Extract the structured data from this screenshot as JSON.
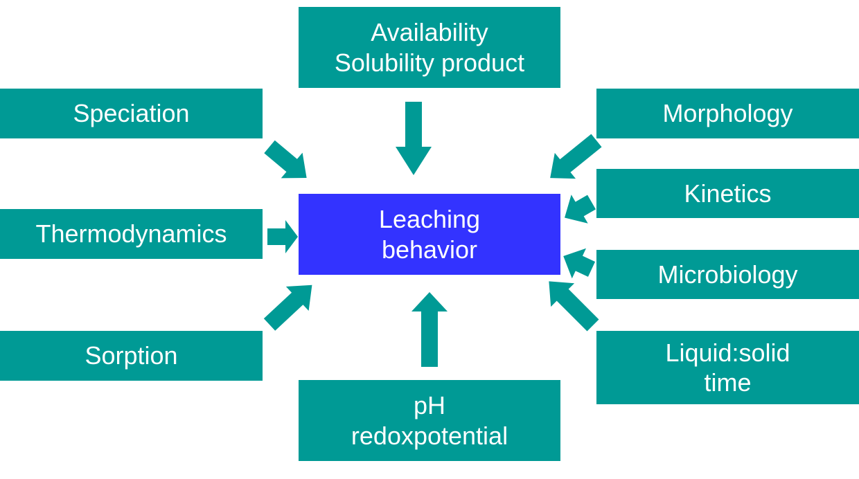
{
  "diagram": {
    "center": {
      "lines": [
        "Leaching",
        "behavior"
      ]
    },
    "factors": {
      "availability": [
        "Availability",
        "Solubility product"
      ],
      "speciation": [
        "Speciation"
      ],
      "thermodynamics": [
        "Thermodynamics"
      ],
      "sorption": [
        "Sorption"
      ],
      "morphology": [
        "Morphology"
      ],
      "kinetics": [
        "Kinetics"
      ],
      "microbiology": [
        "Microbiology"
      ],
      "liquid_solid": [
        "Liquid:solid",
        "time"
      ],
      "ph": [
        "pH",
        "redoxpotential"
      ]
    },
    "colors": {
      "factor_box": "#009a95",
      "center_box": "#3333ff",
      "text": "#ffffff",
      "arrow": "#009a95"
    }
  }
}
